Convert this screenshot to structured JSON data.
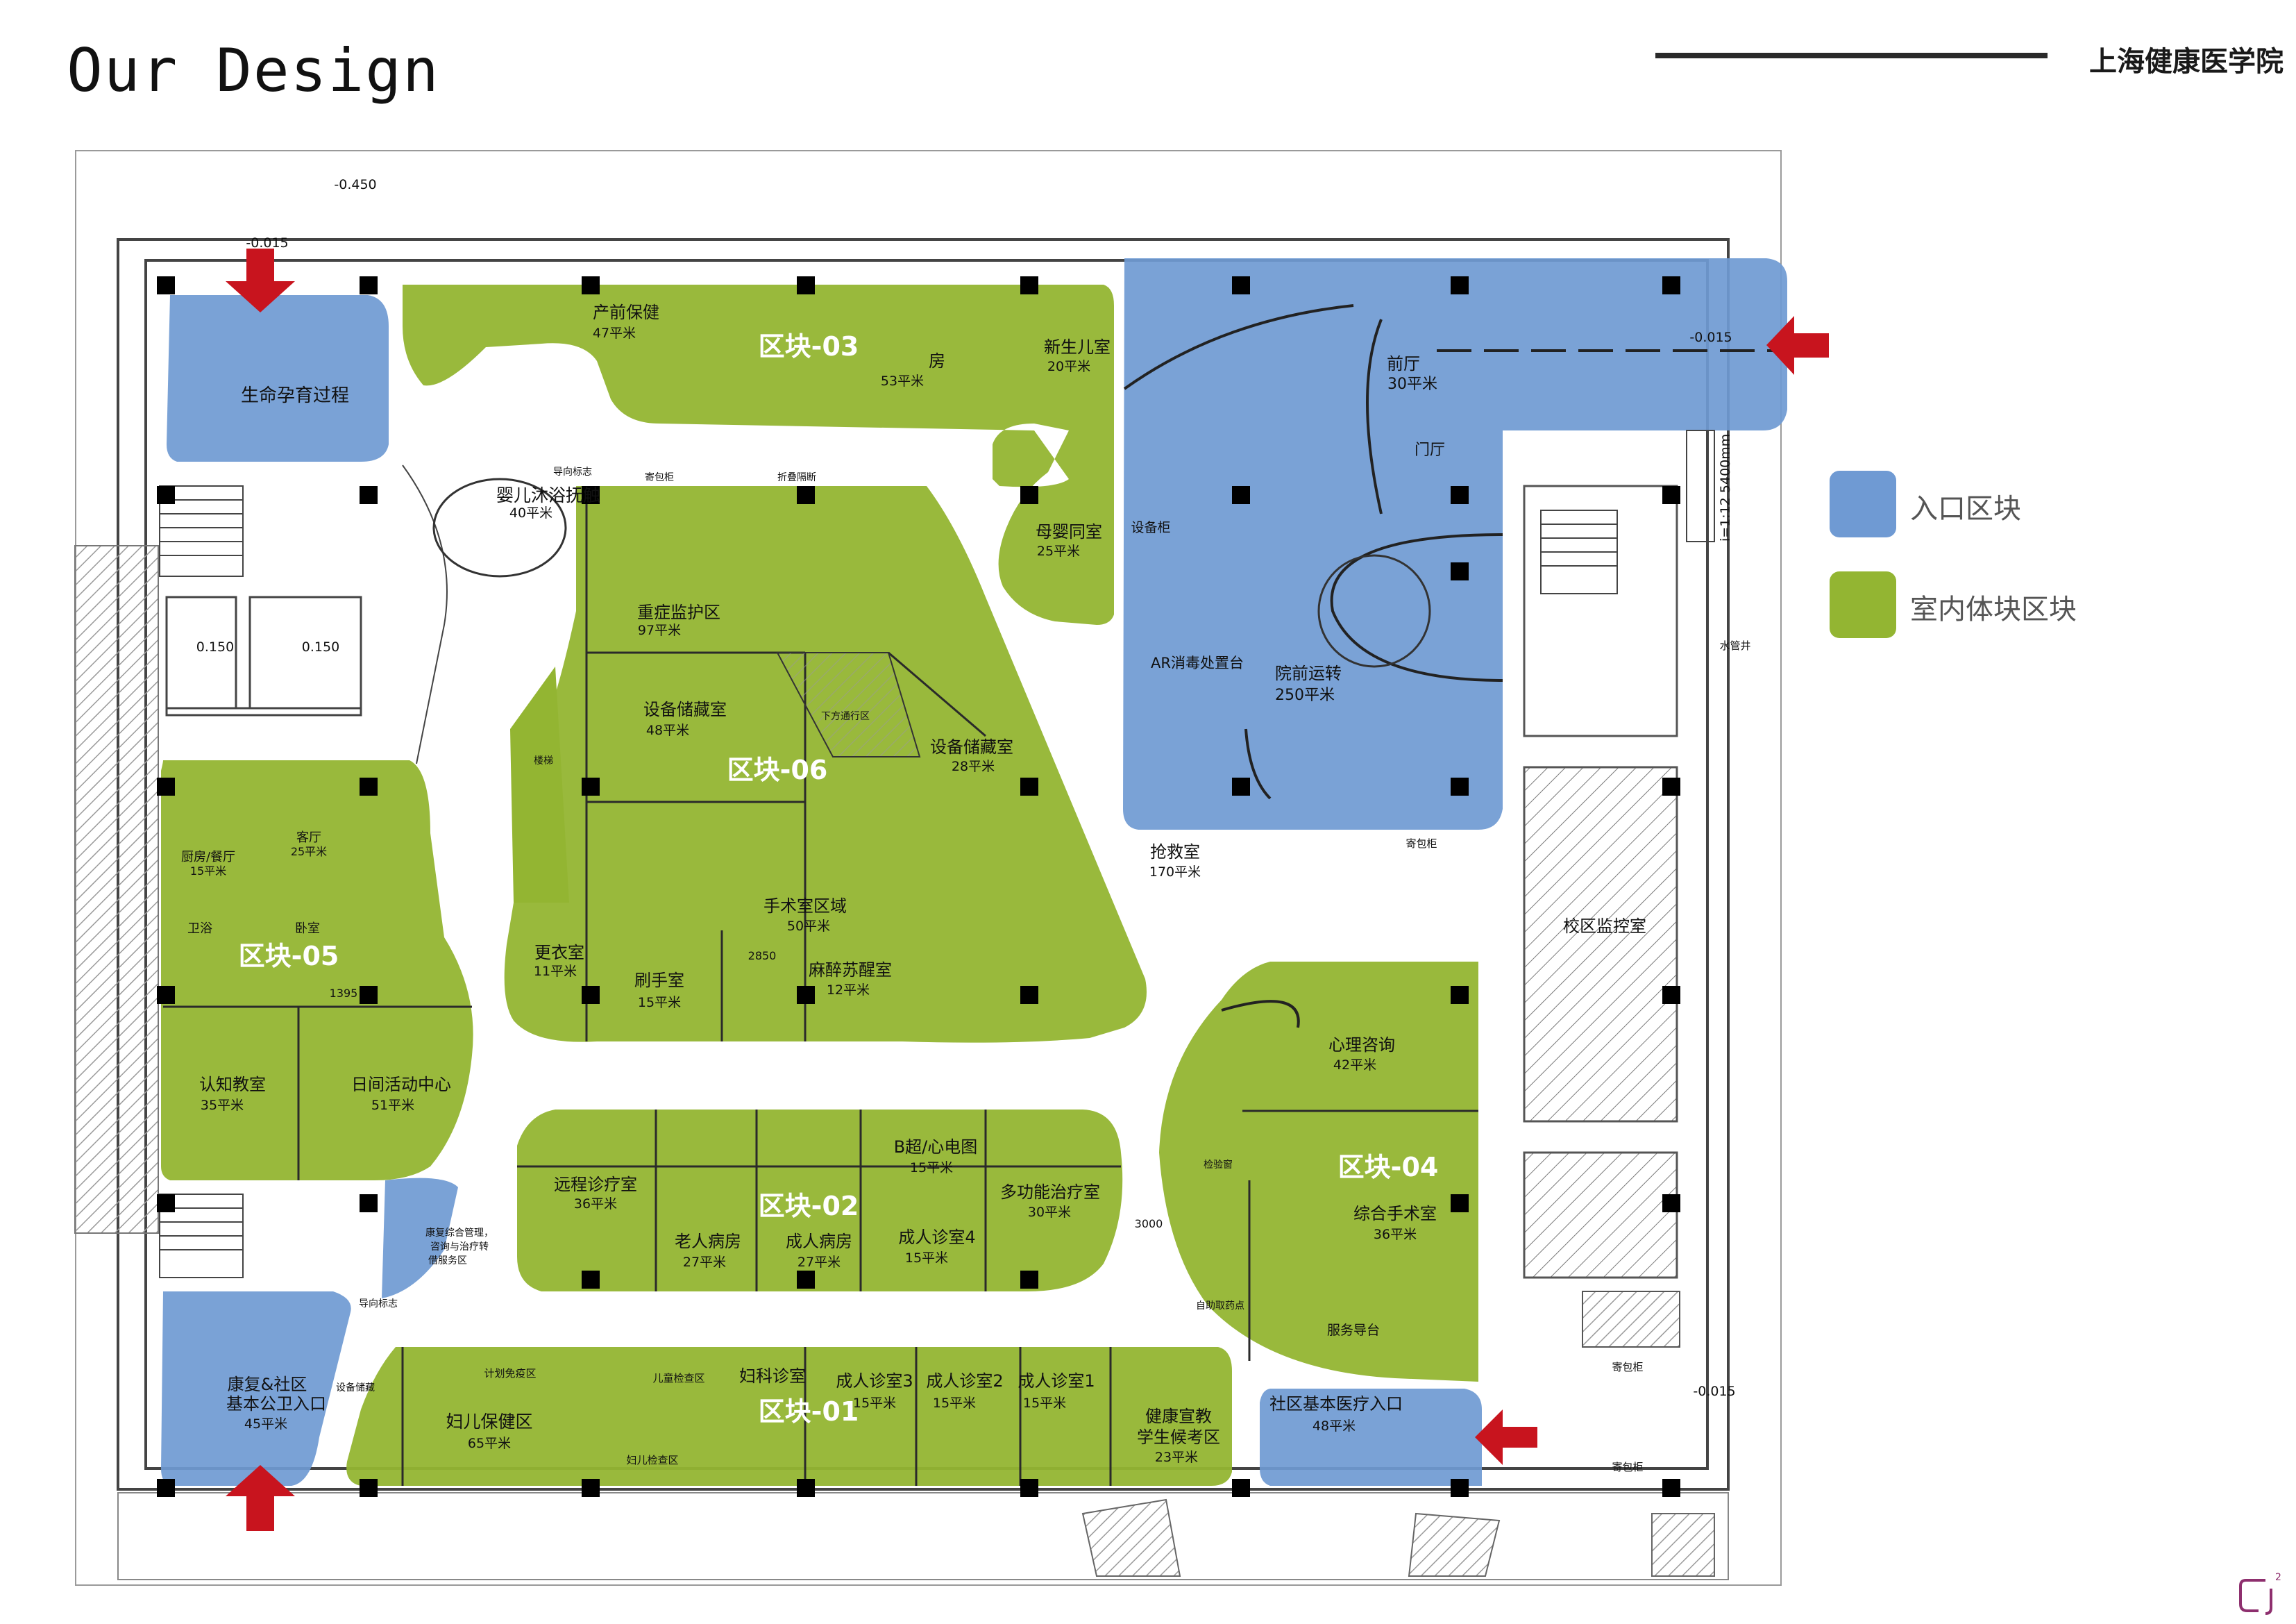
{
  "header": {
    "title": "Our Design",
    "school": "上海健康医学院"
  },
  "legend": {
    "entry": {
      "label": "入口区块",
      "color": "#6f9ad3"
    },
    "indoor": {
      "label": "室内体块区块",
      "color": "#93b532"
    }
  },
  "blocks": {
    "b01": "区块-01",
    "b02": "区块-02",
    "b03": "区块-03",
    "b04": "区块-04",
    "b05": "区块-05",
    "b06": "区块-06"
  },
  "rooms": {
    "shengming": "生命孕育过程",
    "chanqian": "产前保健",
    "chanqian_area": "47平米",
    "fang": "房",
    "fang_area": "53平米",
    "xinsheng": "新生儿室",
    "xinsheng_area": "20平米",
    "qianting": "前厅",
    "qianting_area": "30平米",
    "menting": "门厅",
    "muying": "母婴同室",
    "muying_area": "25平米",
    "yinger": "婴儿沐浴抚触",
    "yinger_area": "40平米",
    "zhongzheng": "重症监护区",
    "zhongzheng_area": "97平米",
    "shebei1": "设备储藏室",
    "shebei1_area": "48平米",
    "shebei2": "设备储藏室",
    "shebei2_area": "28平米",
    "ar": "AR消毒处置台",
    "yuanqian": "院前运转",
    "yuanqian_area": "250平米",
    "qiangjiu": "抢救室",
    "qiangjiu_area": "170平米",
    "shoushu": "手术室区域",
    "shoushu_area": "50平米",
    "gengyi": "更衣室",
    "gengyi_area": "11平米",
    "shuashou": "刷手室",
    "shuashou_area": "15平米",
    "mazui": "麻醉苏醒室",
    "mazui_area": "12平米",
    "keting": "客厅",
    "keting_area": "25平米",
    "chufang": "厨房/餐厅",
    "chufang_area": "15平米",
    "weiyu": "卫浴",
    "woshi": "卧室",
    "renzhi": "认知教室",
    "renzhi_area": "35平米",
    "rijian": "日间活动中心",
    "rijian_area": "51平米",
    "xinli": "心理咨询",
    "xinli_area": "42平米",
    "zonghe": "综合手术室",
    "zonghe_area": "36平米",
    "yuancheng": "远程诊疗室",
    "yuancheng_area": "36平米",
    "bchao": "B超/心电图",
    "bchao_area": "15平米",
    "duogongneng": "多功能治疗室",
    "duogongneng_area": "30平米",
    "laoren": "老人病房",
    "laoren_area": "27平米",
    "chengren_bf": "成人病房",
    "chengren_bf_area": "27平米",
    "chengren4": "成人诊室4",
    "chengren4_area": "15平米",
    "xiaoqu": "校区监控室",
    "kangfu": "康复&社区",
    "kangfu2": "基本公卫入口",
    "kangfu_area": "45平米",
    "fuer": "妇儿保健区",
    "fuer_area": "65平米",
    "fuke": "妇科诊室",
    "chengren3": "成人诊室3",
    "chengren3_area": "15平米",
    "chengren2": "成人诊室2",
    "chengren2_area": "15平米",
    "chengren1": "成人诊室1",
    "chengren1_area": "15平米",
    "jiankang": "健康宣教",
    "jiankang2": "学生候考区",
    "jiankang_area": "23平米",
    "shequ": "社区基本医疗入口",
    "shequ_area": "48平米",
    "fuwu": "服务导台",
    "jicun1": "寄包柜",
    "jicun2": "寄包柜",
    "jicun3": "寄包柜",
    "jicun4": "寄包柜",
    "zhedie": "折叠隔断",
    "daoxiang": "导向标志",
    "daoxiang2": "导向标志",
    "louti": "楼梯",
    "shebeigui": "设备柜",
    "jiuzhen": "检验窗",
    "zizhu": "自助取药点",
    "xiafang": "下方通行区",
    "shuiguanjing": "水管井",
    "kangfuzonghe": "康复综合管理，",
    "kangfuzonghe2": "咨询与治疗转",
    "kangfuzonghe3": "借服务区",
    "jihua": "计划免疫区",
    "ertong": "儿童检查区",
    "fuerjiancha": "妇儿检查区",
    "shebei_dai": "设备储藏",
    "level1": "-0.450",
    "level2": "-0.015",
    "level3": "-0.015",
    "level4": "-0.015",
    "level5": "0.150",
    "level6": "0.150",
    "dim1": "2850",
    "dim2": "3000",
    "dim3": "1395",
    "ramp": "i=1:12  5400mm"
  }
}
